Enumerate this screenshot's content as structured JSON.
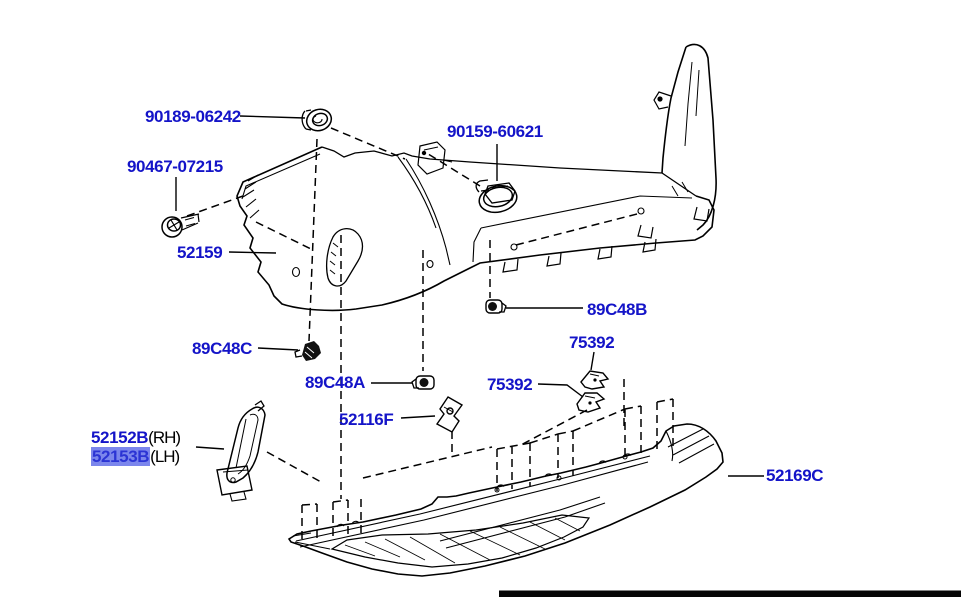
{
  "colors": {
    "background": "#ffffff",
    "line": "#000000",
    "label_blue": "#1414c8",
    "suffix_black": "#000000",
    "highlight": "#7b86ec"
  },
  "parts": {
    "retainer": {
      "number": "90189-06242"
    },
    "screw": {
      "number": "90467-07215"
    },
    "bolt": {
      "number": "90159-60621"
    },
    "bumper_upper": {
      "number": "52159"
    },
    "sensor_c": {
      "number": "89C48C"
    },
    "sensor_a": {
      "number": "89C48A"
    },
    "sensor_b": {
      "number": "89C48B"
    },
    "clip_upper": {
      "number": "75392"
    },
    "clip_lower": {
      "number": "75392"
    },
    "support_bracket": {
      "number": "52116F"
    },
    "reflector_rh": {
      "number": "52152B",
      "suffix": "(RH)"
    },
    "reflector_lh": {
      "number": "52153B",
      "suffix": "(LH)",
      "highlighted": true
    },
    "bumper_lower": {
      "number": "52169C"
    }
  }
}
